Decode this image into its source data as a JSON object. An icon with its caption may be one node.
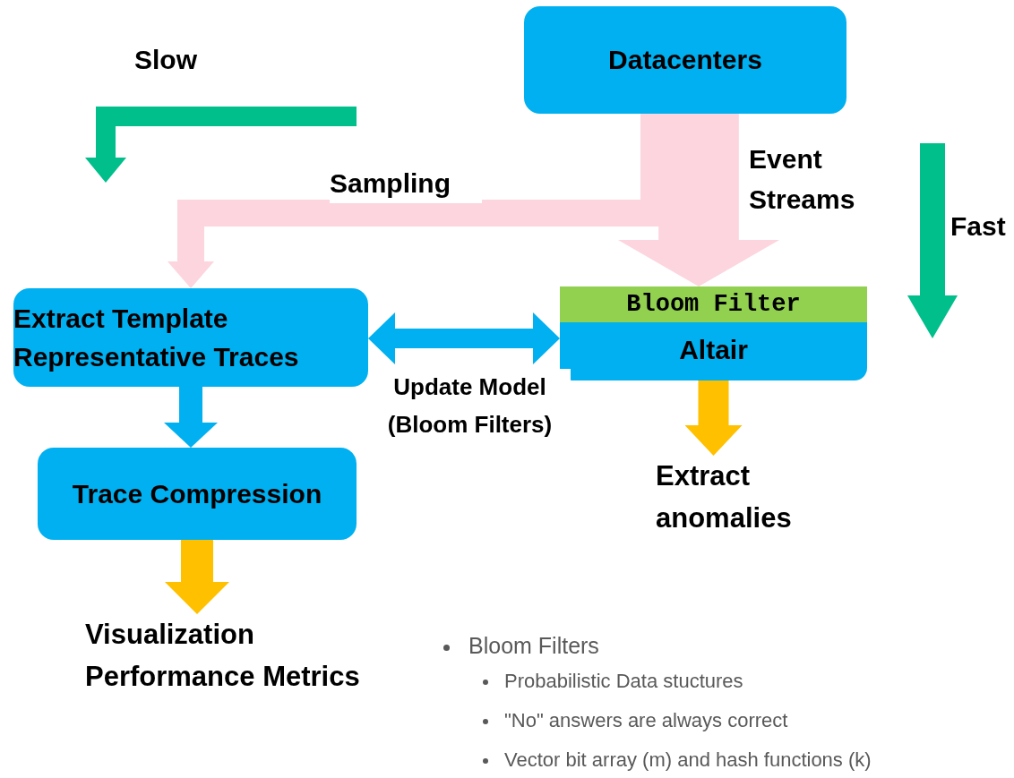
{
  "diagram": {
    "nodes": [
      {
        "text": [
          "Datacenters"
        ]
      },
      {
        "text": [
          "Bloom Filter",
          "Altair"
        ]
      },
      {
        "text": [
          "Extract Template Representative Traces"
        ]
      },
      {
        "text": [
          "Trace Compression"
        ]
      },
      {
        "text": [
          "Visualization Performance Metrics"
        ]
      },
      {
        "text": [
          "Extract anomalies"
        ]
      }
    ],
    "edges": [
      {
        "from": 0,
        "to": 1,
        "arrow": "to",
        "label": "Event Streams",
        "style": "thick",
        "color": "#fcd5de"
      },
      {
        "from": 0,
        "to": 2,
        "arrow": "to",
        "label": "Sampling",
        "color": "#fcd5de"
      },
      {
        "from": 2,
        "to": 1,
        "arrow": "both",
        "label": "Update Model (Bloom Filters)",
        "color": "#00b0f0"
      },
      {
        "from": 2,
        "to": 3,
        "arrow": "to",
        "color": "#00b0f0"
      },
      {
        "from": 3,
        "to": 4,
        "arrow": "to",
        "color": "#ffc000"
      },
      {
        "from": 1,
        "to": 5,
        "arrow": "to",
        "color": "#ffc000"
      }
    ],
    "labels": [
      "Slow",
      "Fast",
      "Bloom Filters",
      "Probabilistic Data stuctures",
      "\"No\" answers are always correct",
      "Vector bit array (m) and hash functions (k)"
    ]
  }
}
